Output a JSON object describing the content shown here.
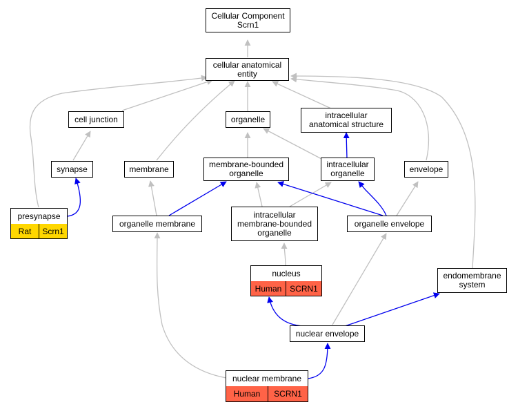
{
  "colors": {
    "is_a_edge": "#c0c0c0",
    "part_of_edge": "#0000ee",
    "rat_annotation": "#ffd700",
    "human_annotation": "#ff6347"
  },
  "nodes": {
    "root": "Cellular Component\nScrn1",
    "cellular_anatomical_entity": "cellular anatomical\nentity",
    "cell_junction": "cell junction",
    "organelle": "organelle",
    "intracellular_anatomical_structure": "intracellular\nanatomical structure",
    "synapse": "synapse",
    "membrane": "membrane",
    "membrane_bounded_organelle": "membrane-bounded\norganelle",
    "intracellular_organelle": "intracellular\norganelle",
    "envelope": "envelope",
    "presynapse": {
      "label": "presynapse",
      "species": "Rat",
      "gene": "Scrn1"
    },
    "organelle_membrane": "organelle membrane",
    "intracellular_membrane_bounded_organelle": "intracellular\nmembrane-bounded\norganelle",
    "organelle_envelope": "organelle envelope",
    "nucleus": {
      "label": "nucleus",
      "species": "Human",
      "gene": "SCRN1"
    },
    "endomembrane_system": "endomembrane\nsystem",
    "nuclear_envelope": "nuclear envelope",
    "nuclear_membrane": {
      "label": "nuclear membrane",
      "species": "Human",
      "gene": "SCRN1"
    }
  }
}
